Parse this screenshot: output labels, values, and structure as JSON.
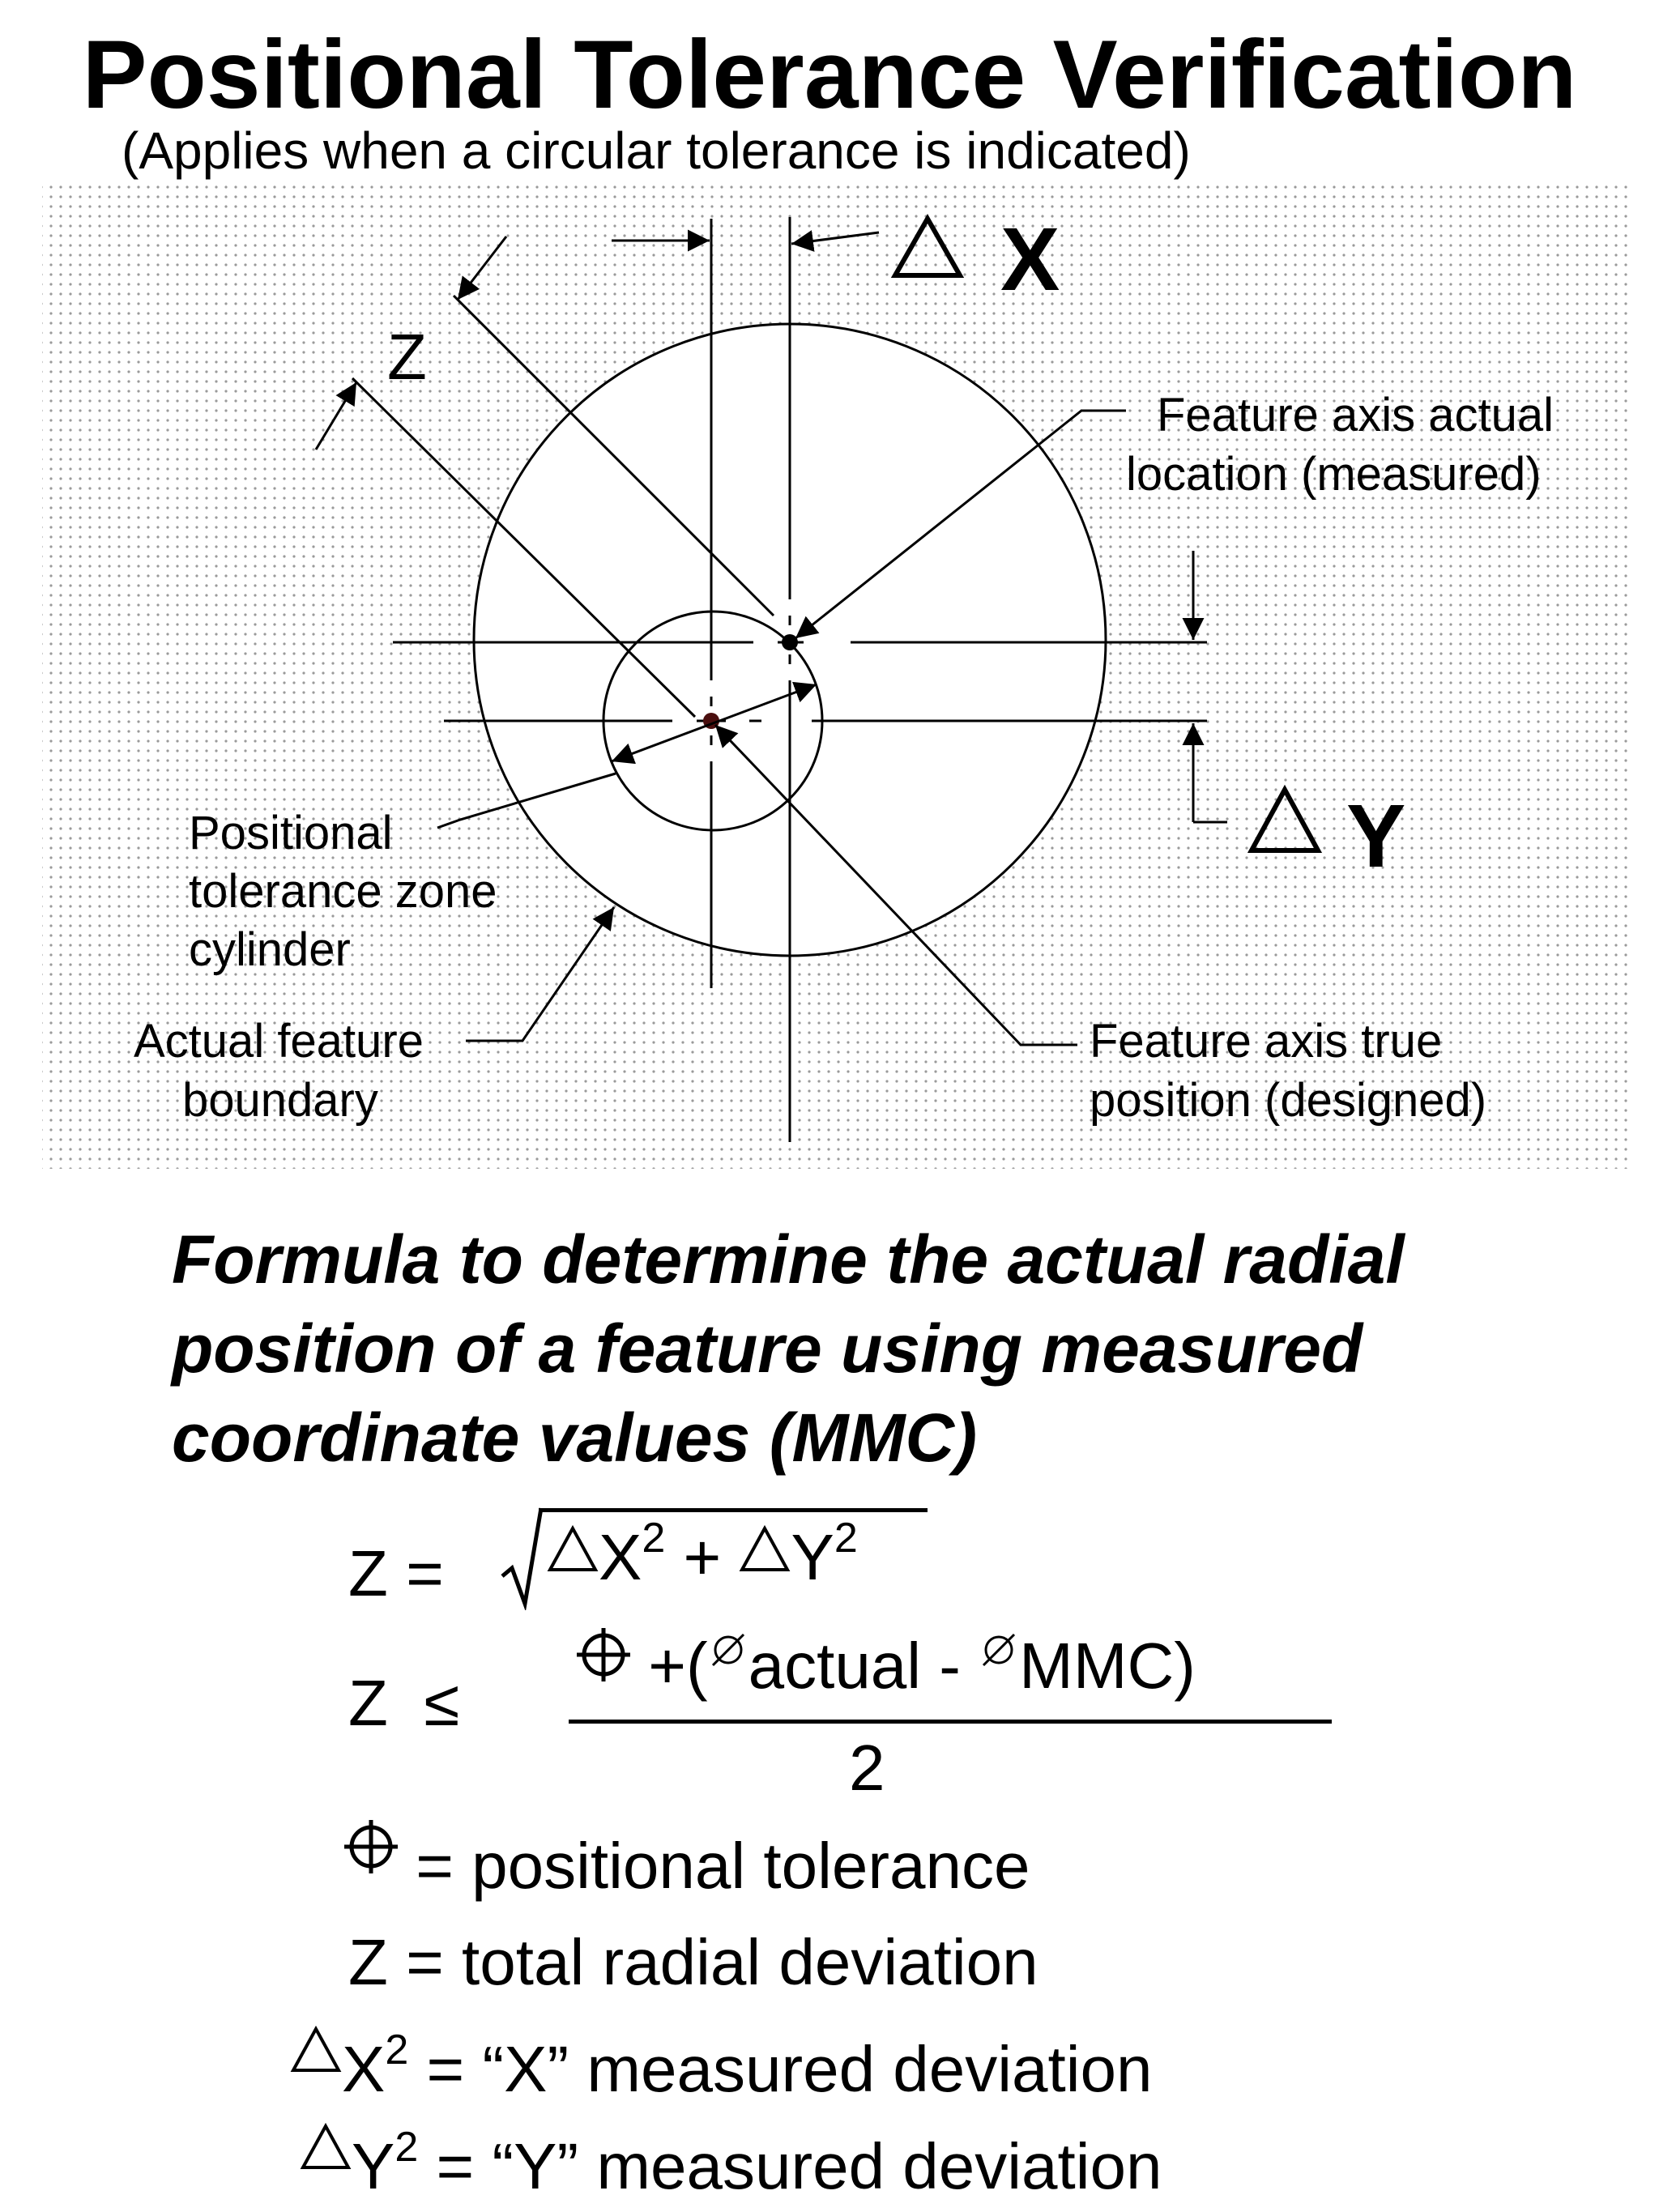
{
  "title": "Positional Tolerance Verification",
  "subtitle": "(Applies when a circular tolerance is indicated)",
  "diagram": {
    "delta_x_label": "X",
    "delta_y_label": "Y",
    "z_label": "Z",
    "label_axis_actual_1": "Feature axis actual",
    "label_axis_actual_2": "location (measured)",
    "label_zone_1": "Positional",
    "label_zone_2": "tolerance  zone",
    "label_zone_3": "cylinder",
    "label_boundary_1": "Actual feature",
    "label_boundary_2": "boundary",
    "label_true_1": "Feature axis true",
    "label_true_2": "position (designed)"
  },
  "formula": {
    "heading_1": "Formula to determine the actual radial",
    "heading_2": "position of a feature using measured",
    "heading_3": "coordinate values (MMC)",
    "eq1_lhs": "Z  =",
    "eq1_x": "X",
    "eq1_exp": "2",
    "eq1_plus": " + ",
    "eq1_y": "Y",
    "eq2_lhs": "Z",
    "eq2_leq": "≤",
    "eq2_open": " +(",
    "eq2_actual": "actual - ",
    "eq2_mmc": "MMC)",
    "eq2_den": "2",
    "def1": " = positional tolerance",
    "def2": "Z  =  total radial deviation",
    "def3_x": "X",
    "def3_text": " = “X” measured deviation",
    "def4_y": "Y",
    "def4_text": " = “Y” measured deviation"
  },
  "icons": [
    "delta-icon",
    "position-symbol-icon",
    "diameter-icon",
    "sqrt-icon"
  ]
}
